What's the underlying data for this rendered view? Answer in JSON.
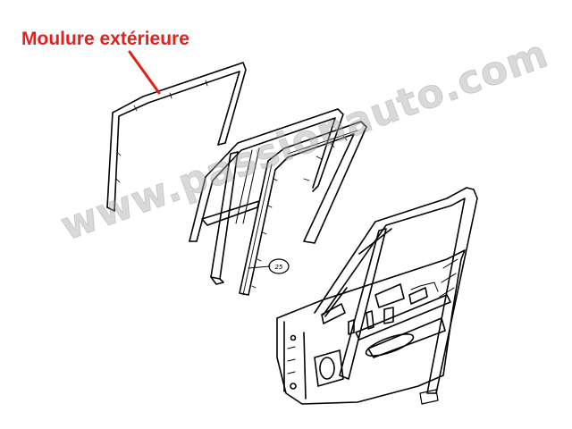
{
  "title": "Moulure extérieure",
  "watermark": "www.passionauto.com",
  "callout": "25",
  "colors": {
    "title": "#e3201b",
    "line": "#000000",
    "watermark": "#aaaaaa"
  }
}
